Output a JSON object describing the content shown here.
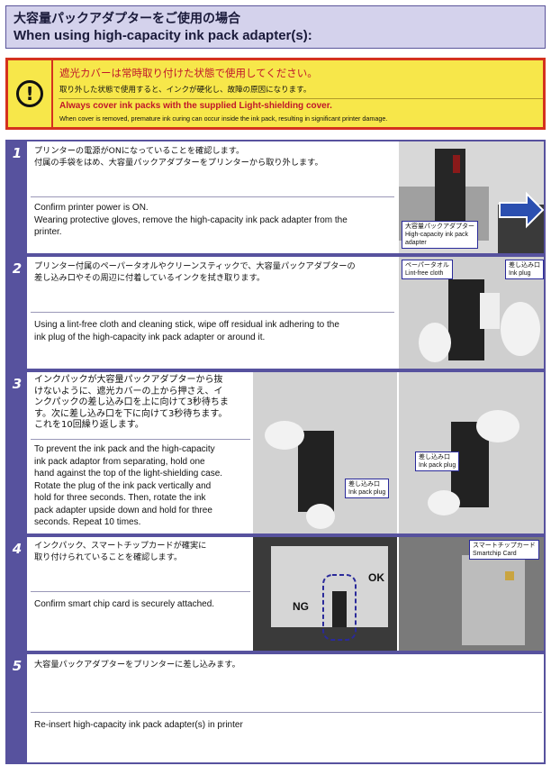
{
  "header": {
    "title_ja": "大容量パックアダプターをご使用の場合",
    "title_en": "When using high-capacity ink pack adapter(s):"
  },
  "warning": {
    "icon": "exclamation-icon",
    "title_ja": "遮光カバーは常時取り付けた状態で使用してください。",
    "body_ja": "取り外した状態で使用すると、インクが硬化し、故障の原因になります。",
    "title_en": "Always cover ink packs with the supplied Light-shielding cover.",
    "body_en": "When cover is removed, premature ink curing can occur inside the ink pack, resulting in significant printer damage."
  },
  "steps": [
    {
      "number": "1",
      "text_ja": [
        "プリンターの電源がONになっていることを確認します。",
        "付属の手袋をはめ、大容量パックアダプターをプリンターから取り外します。"
      ],
      "text_en": [
        "Confirm printer power is ON.",
        "Wearing protective gloves, remove the high-capacity ink pack adapter from the",
        "printer."
      ],
      "callouts": [
        {
          "ja": "大容量パックアダプター",
          "en1": "High-capacity ink pack",
          "en2": "adapter"
        }
      ]
    },
    {
      "number": "2",
      "text_ja": [
        "プリンター付属のペーパータオルやクリーンスティックで、大容量パックアダプターの",
        "差し込み口やその周辺に付着しているインクを拭き取ります。"
      ],
      "text_en": [
        "Using a lint-free cloth and cleaning stick, wipe off residual ink adhering to the",
        "ink plug of the high-capacity ink pack adapter or around it."
      ],
      "callouts": [
        {
          "ja": "ペーパータオル",
          "en1": "Lint-free cloth"
        },
        {
          "ja": "差し込み口",
          "en1": "Ink plug"
        }
      ]
    },
    {
      "number": "3",
      "text_ja": [
        "インクパックが大容量パックアダプターから抜",
        "けないように、遮光カバーの上から押さえ、イ",
        "ンクパックの差し込み口を上に向けて3秒待ちま",
        "す。次に差し込み口を下に向けて3秒待ちます。",
        "これを10回繰り返します。"
      ],
      "text_en": [
        "To prevent the ink pack and the high-capacity",
        "ink pack adaptor from separating, hold one",
        "hand against the top of the light-shielding case.",
        "Rotate the plug of the ink pack vertically and",
        "hold for three seconds. Then, rotate the ink",
        "pack adapter upside down and hold for three",
        "seconds. Repeat 10 times."
      ],
      "callouts": [
        {
          "ja": "差し込み口",
          "en1": "Ink pack plug"
        },
        {
          "ja": "差し込み口",
          "en1": "Ink pack plug"
        }
      ]
    },
    {
      "number": "4",
      "text_ja": [
        "インクパック、スマートチップカードが確実に",
        "取り付けられていることを確認します。"
      ],
      "text_en": [
        "Confirm smart chip card is securely attached."
      ],
      "labels": {
        "ng": "NG",
        "ok": "OK"
      },
      "callouts": [
        {
          "ja": "スマートチップカード",
          "en1": "Smartchip Card"
        }
      ]
    },
    {
      "number": "5",
      "text_ja": [
        "大容量パックアダプターをプリンターに差し込みます。"
      ],
      "text_en": [
        "Re-insert high-capacity ink pack adapter(s) in printer"
      ]
    }
  ],
  "colors": {
    "accent": "#57529e",
    "warning_bg": "#f7e74a",
    "warning_border": "#d4321e",
    "warning_text": "#c0172a"
  }
}
